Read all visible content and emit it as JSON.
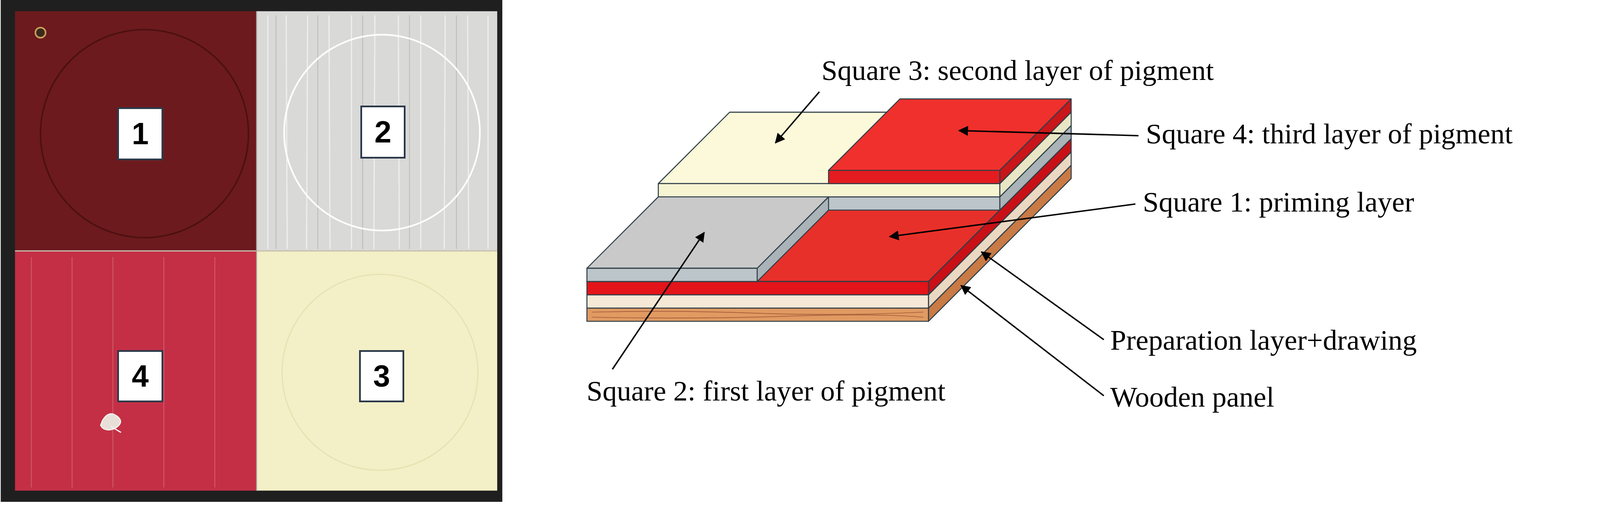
{
  "diagram": {
    "nodes": [
      {
        "text": [
          "1"
        ]
      },
      {
        "text": [
          "2"
        ]
      },
      {
        "text": [
          "4"
        ]
      },
      {
        "text": [
          "3"
        ]
      }
    ],
    "labels": [
      "Square 3: second layer of pigment",
      "Square 4: third layer of pigment",
      "Square 1: priming layer",
      "Preparation layer+drawing",
      "Square 2: first layer of pigment",
      "Wooden panel"
    ]
  }
}
